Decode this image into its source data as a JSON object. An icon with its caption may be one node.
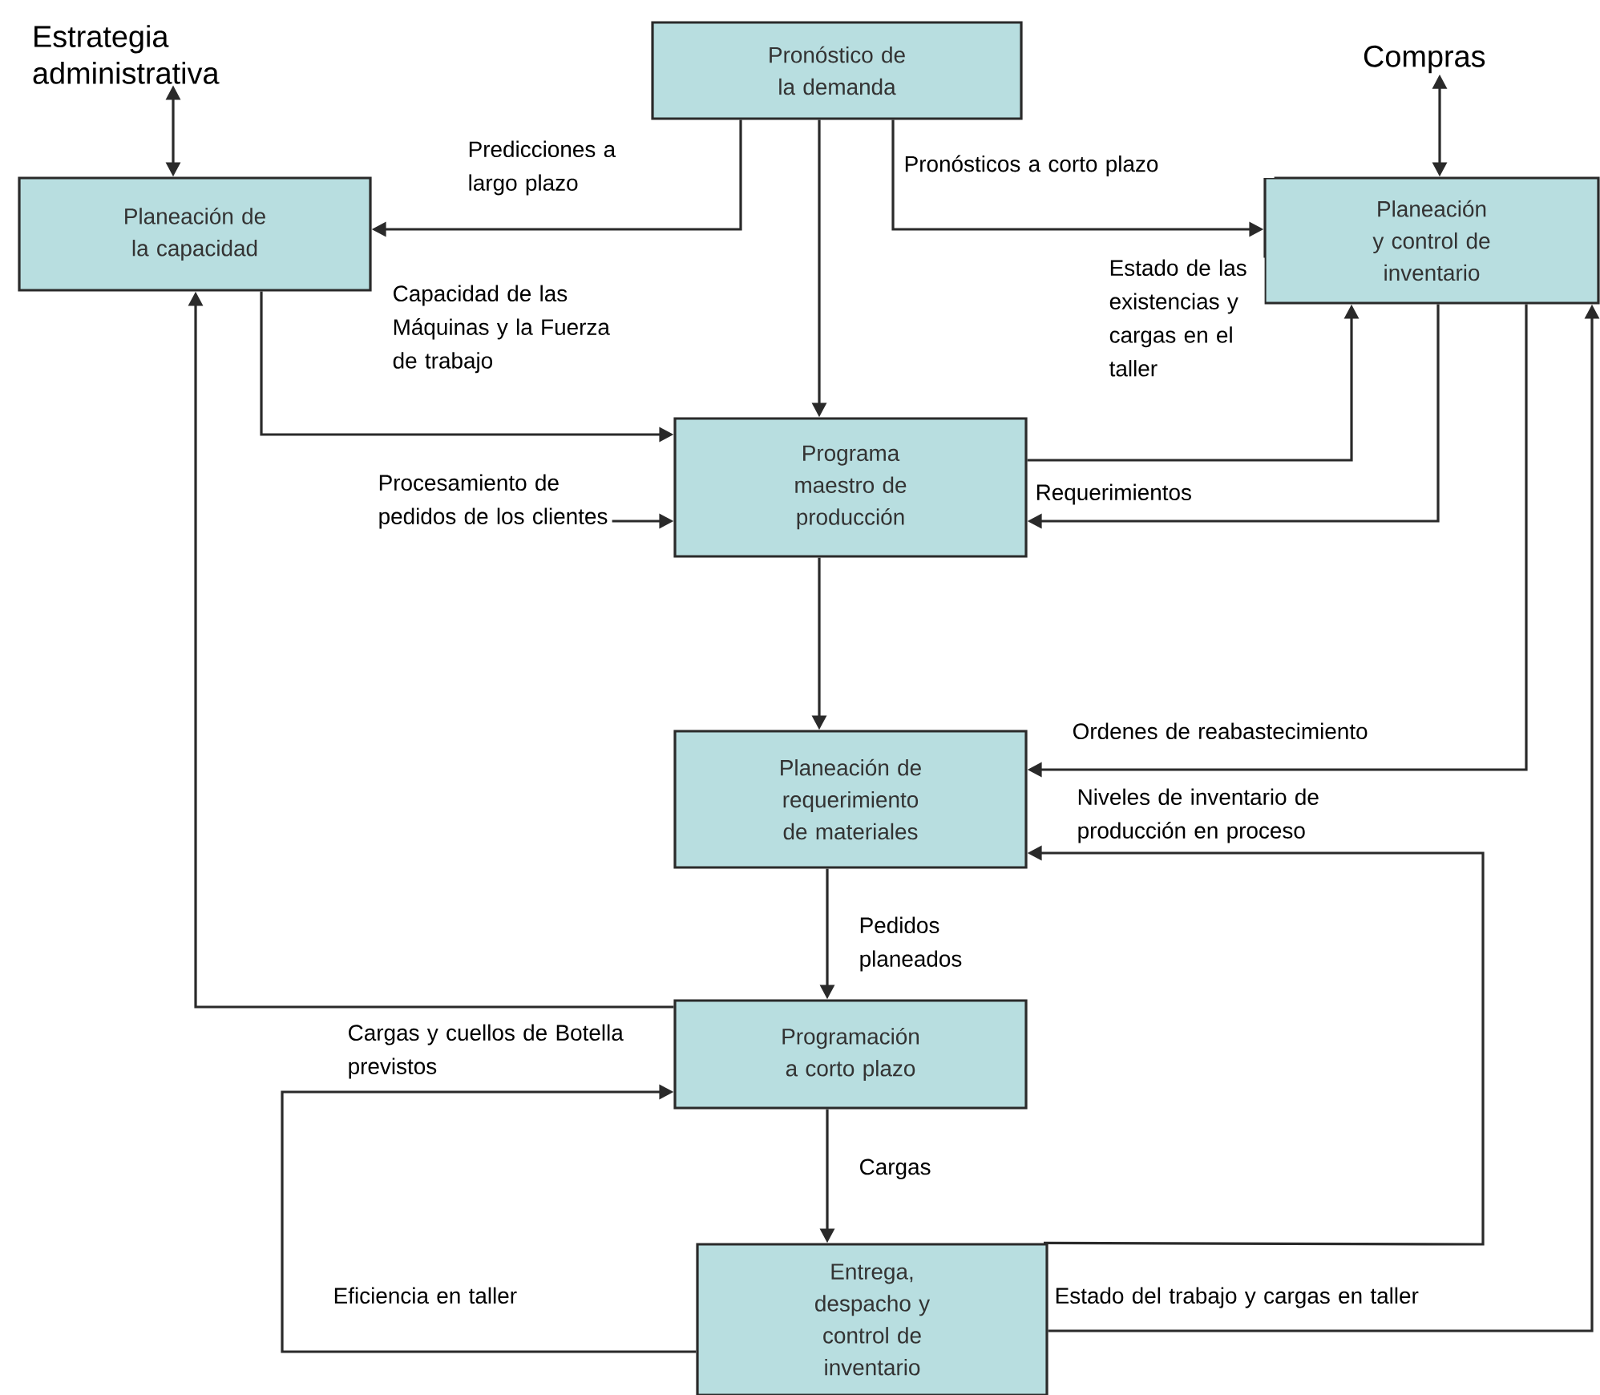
{
  "diagram": {
    "nodes": [
      {
        "text": [
          "Estrategia administrativa"
        ]
      },
      {
        "text": [
          "Compras"
        ]
      },
      {
        "text": [
          "Pronóstico de la demanda"
        ]
      },
      {
        "text": [
          "Planeación de la capacidad"
        ]
      },
      {
        "text": [
          "Planeación y control de inventario"
        ]
      },
      {
        "text": [
          "Programa maestro de producción"
        ]
      },
      {
        "text": [
          "Planeación de requerimiento de materiales"
        ]
      },
      {
        "text": [
          "Programación a corto plazo"
        ]
      },
      {
        "text": [
          "Entrega, despacho y control de inventario"
        ]
      }
    ],
    "edges": [
      {
        "from": 3,
        "to": 0,
        "arrow": "both"
      },
      {
        "from": 4,
        "to": 1,
        "arrow": "both"
      },
      {
        "from": 2,
        "to": 3,
        "arrow": "to",
        "label": "Predicciones a largo plazo"
      },
      {
        "from": 2,
        "to": 4,
        "arrow": "to",
        "label": "Pronósticos a corto plazo"
      },
      {
        "from": 2,
        "to": 5,
        "arrow": "to"
      },
      {
        "from": 3,
        "to": 5,
        "arrow": "to",
        "label": "Capacidad de las Máquinas y la Fuerza de trabajo"
      },
      {
        "from": null,
        "to": 5,
        "arrow": "to",
        "label": "Procesamiento de pedidos de los clientes"
      },
      {
        "from": 5,
        "to": 4,
        "arrow": "to",
        "label": "Estado de las existencias y cargas en el taller"
      },
      {
        "from": 4,
        "to": 5,
        "arrow": "to",
        "label": "Requerimientos"
      },
      {
        "from": 5,
        "to": 6,
        "arrow": "to"
      },
      {
        "from": 4,
        "to": 6,
        "arrow": "to",
        "label": "Ordenes de reabastecimiento"
      },
      {
        "from": 8,
        "to": 6,
        "arrow": "to",
        "label": "Niveles de inventario de producción en proceso"
      },
      {
        "from": 6,
        "to": 7,
        "arrow": "to",
        "label": "Pedidos planeados"
      },
      {
        "from": 7,
        "to": 3,
        "arrow": "to",
        "label": "Cargas y cuellos de Botella previstos"
      },
      {
        "from": 8,
        "to": 7,
        "arrow": "to",
        "label": "Eficiencia en taller"
      },
      {
        "from": 7,
        "to": 8,
        "arrow": "to",
        "label": "Cargas"
      },
      {
        "from": 8,
        "to": 4,
        "arrow": "to",
        "label": "Estado del trabajo y cargas en taller"
      }
    ]
  }
}
